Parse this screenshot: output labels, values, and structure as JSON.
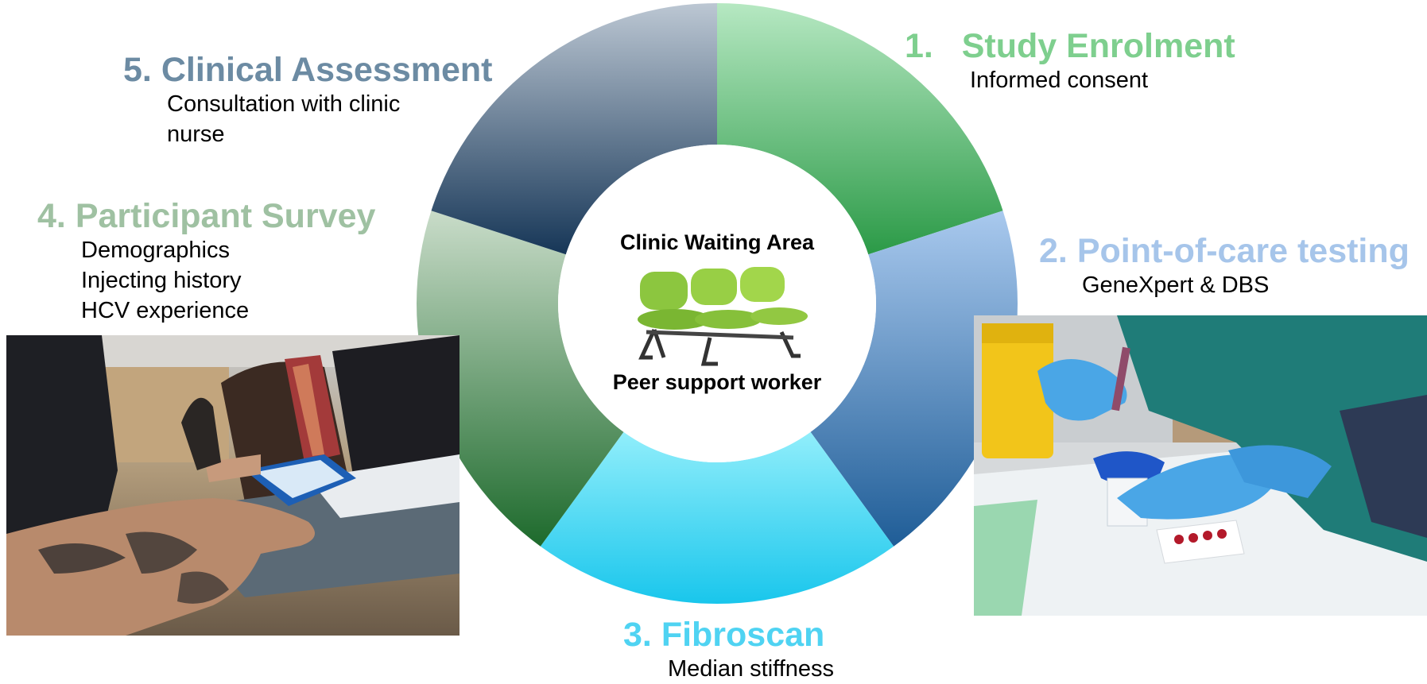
{
  "center": {
    "title": "Clinic Waiting Area",
    "subtitle": "Peer support worker",
    "image_icon": "waiting-chairs-icon"
  },
  "steps": [
    {
      "number": "1.",
      "title": "Study Enrolment",
      "details": [
        "Informed consent"
      ],
      "color": "#7ecf8e"
    },
    {
      "number": "2.",
      "title": "Point-of-care testing",
      "details": [
        "GeneXpert & DBS"
      ],
      "color": "#a6c5ea"
    },
    {
      "number": "3.",
      "title": "Fibroscan",
      "details": [
        "Median stiffness"
      ],
      "color": "#4fd3f2"
    },
    {
      "number": "4.",
      "title": "Participant Survey",
      "details": [
        "Demographics",
        "Injecting history",
        "HCV experience"
      ],
      "color": "#9fc1a2"
    },
    {
      "number": "5.",
      "title": "Clinical Assessment",
      "details": [
        "Consultation with clinic",
        "nurse"
      ],
      "color": "#6c8ba3"
    }
  ],
  "colors": {
    "seg1_light": "#b6e8c2",
    "seg1_dark": "#2b9a47",
    "seg2_light": "#a9c9ee",
    "seg2_dark": "#1f5d97",
    "seg3_light": "#91eefb",
    "seg3_dark": "#19c6ec",
    "seg4_light": "#c9dcc9",
    "seg4_dark": "#1d6a2c",
    "seg5_light": "#bcc7d3",
    "seg5_dark": "#163657"
  },
  "photos": {
    "left": "point-of-care-tablet-photo",
    "right": "blood-sample-testing-photo"
  }
}
